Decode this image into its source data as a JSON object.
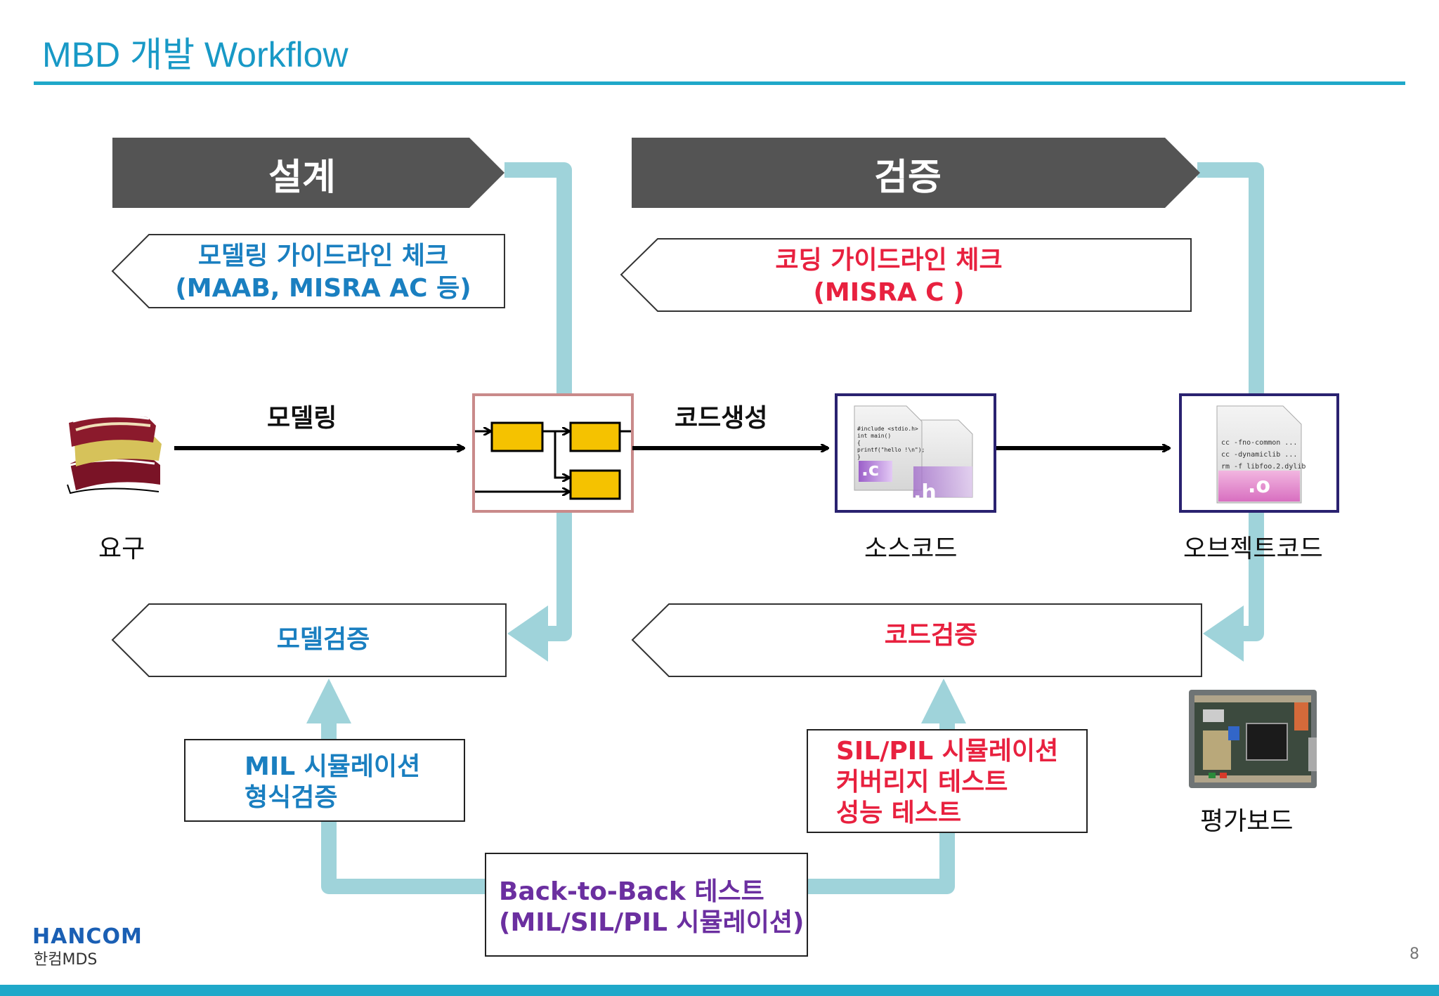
{
  "slide": {
    "title": "MBD 개발 Workflow",
    "page_number": "8"
  },
  "sections": {
    "design": "설계",
    "verify": "검증"
  },
  "guidelines": {
    "modeling_line1": "모델링 가이드라인 체크",
    "modeling_line2": "(MAAB, MISRA AC 등)",
    "coding_line1": "코딩 가이드라인 체크",
    "coding_line2": "(MISRA C )"
  },
  "flow": {
    "modeling": "모델링",
    "codegen": "코드생성"
  },
  "nodes": {
    "requirements": "요구",
    "source_code": "소스코드",
    "object_code": "오브젝트코드",
    "eval_board": "평가보드"
  },
  "verification": {
    "model_verify": "모델검증",
    "code_verify": "코드검증"
  },
  "sim_boxes": {
    "mil_line1": "MIL 시뮬레이션",
    "mil_line2": "형식검증",
    "sil_line1": "SIL/PIL 시뮬레이션",
    "sil_line2": "커버리지 테스트",
    "sil_line3": "성능 테스트",
    "b2b_line1": "Back-to-Back 테스트",
    "b2b_line2": "(MIL/SIL/PIL 시뮬레이션)"
  },
  "source_file": {
    "ext_c": ".c",
    "ext_h": ".h",
    "code_lines": [
      "#include <stdio.h>",
      "int main()",
      "{",
      "printf(\"hello !\\n\");",
      "}"
    ]
  },
  "object_file": {
    "ext": ".o",
    "code_lines": [
      "cc -fno-common ...",
      "cc -dynamiclib ...",
      "rm -f libfoo.2.dylib"
    ]
  },
  "logo": {
    "brand": "HANCOM",
    "sub": "한컴MDS"
  },
  "colors": {
    "accent": "#1fa8c9",
    "pipe": "#9fd3da",
    "banner": "#545454",
    "blue_text": "#1a7fc0",
    "red_text": "#e8213f",
    "purple_text": "#6b2fa0"
  }
}
